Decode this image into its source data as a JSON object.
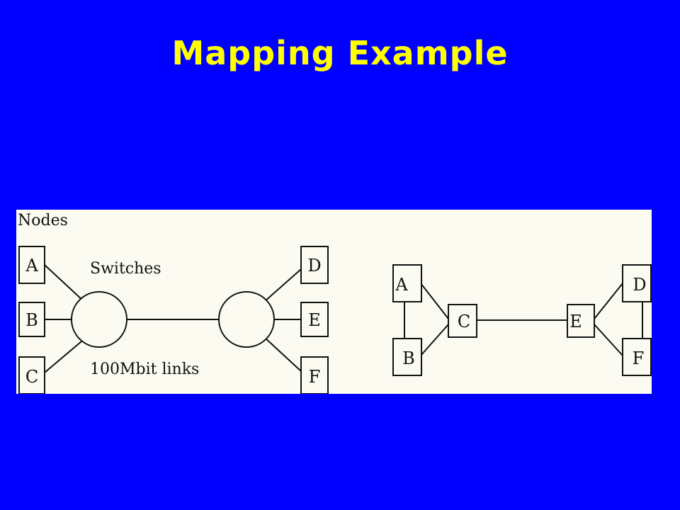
{
  "slide": {
    "title": "Mapping Example",
    "background_color": "#0000ff",
    "title_color": "#ffff00"
  },
  "left_diagram": {
    "heading": "Nodes",
    "switches_label": "Switches",
    "links_label": "100Mbit links",
    "nodes": [
      "A",
      "B",
      "C",
      "D",
      "E",
      "F"
    ]
  },
  "right_diagram": {
    "nodes": [
      "A",
      "B",
      "C",
      "E",
      "D",
      "F"
    ]
  }
}
